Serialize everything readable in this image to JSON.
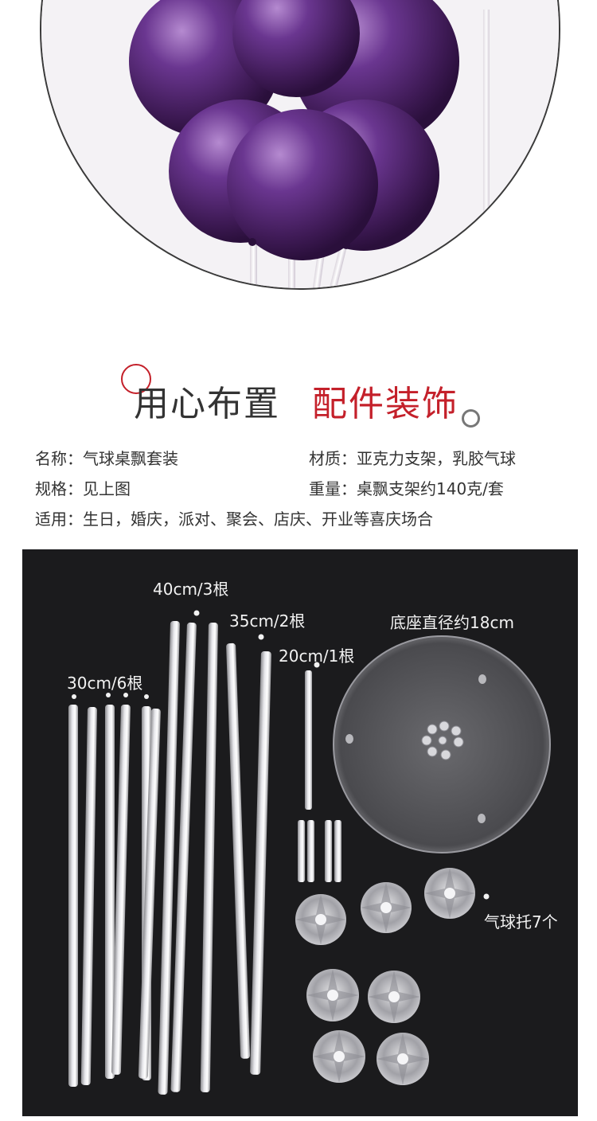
{
  "title": {
    "left": "用心布置",
    "right": "配件装饰"
  },
  "specs": [
    {
      "text": "名称：气球桌飘套装"
    },
    {
      "text": "材质：亚克力支架，乳胶气球"
    },
    {
      "text": "规格：见上图"
    },
    {
      "text": "重量：桌飘支架约140克/套"
    },
    {
      "text": "适用：生日，婚庆，派对、聚会、店庆、开业等喜庆场合"
    }
  ],
  "labels": {
    "rod40": "40cm/3根",
    "rod35": "35cm/2根",
    "rod20": "20cm/1根",
    "rod30": "30cm/6根",
    "base": "底座直径约18cm",
    "cups": "气球托7个"
  },
  "colors": {
    "accent": "#c4202a",
    "balloon": "#5a2a74",
    "photo_bg": "#1b1b1d"
  }
}
